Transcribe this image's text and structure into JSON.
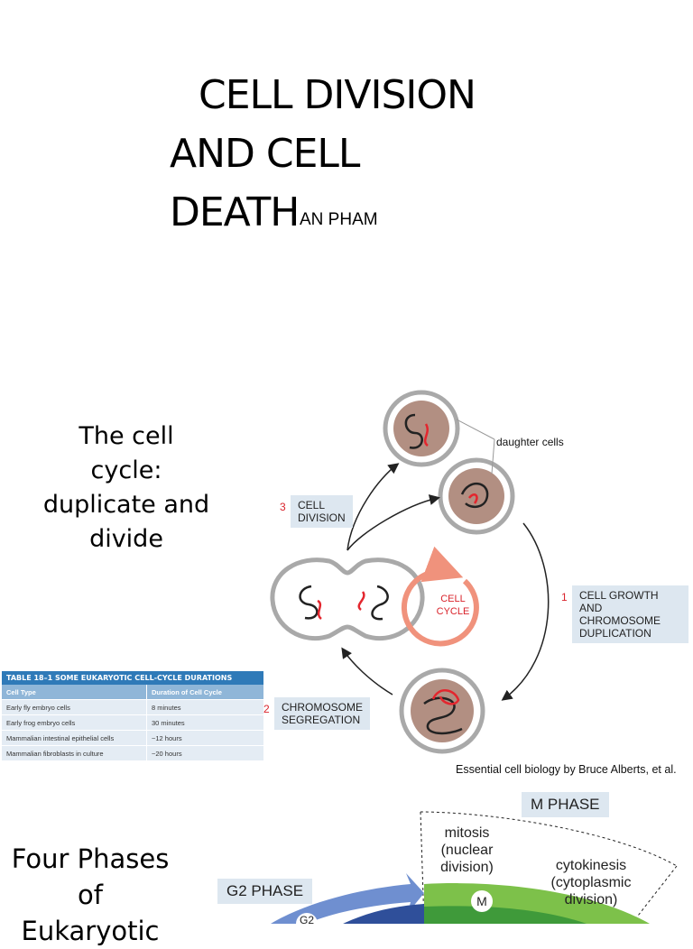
{
  "title": {
    "line1": "CELL DIVISION",
    "line2": "AND CELL",
    "line3": "DEATH",
    "author": "AN PHAM"
  },
  "cell_cycle": {
    "heading": [
      "The cell",
      "cycle:",
      "duplicate and",
      "divide"
    ],
    "daughter_cells": "daughter cells",
    "cycle_center": [
      "CELL",
      "CYCLE"
    ],
    "steps": [
      {
        "num": "1",
        "lines": [
          "CELL GROWTH",
          "AND CHROMOSOME",
          "DUPLICATION"
        ]
      },
      {
        "num": "2",
        "lines": [
          "CHROMOSOME",
          "SEGREGATION"
        ]
      },
      {
        "num": "3",
        "lines": [
          "CELL",
          "DIVISION"
        ]
      }
    ],
    "caption": "Essential cell biology by Bruce Alberts, et al."
  },
  "table": {
    "title": "TABLE 18–1 SOME EUKARYOTIC CELL-CYCLE DURATIONS",
    "headers": [
      "Cell Type",
      "Duration of Cell Cycle"
    ],
    "rows": [
      [
        "Early fly embryo cells",
        "8 minutes"
      ],
      [
        "Early frog embryo cells",
        "30 minutes"
      ],
      [
        "Mammalian intestinal epithelial cells",
        "~12 hours"
      ],
      [
        "Mammalian fibroblasts in culture",
        "~20 hours"
      ]
    ]
  },
  "phases": {
    "heading": [
      "Four Phases",
      "of",
      "Eukaryotic"
    ],
    "m_phase": "M PHASE",
    "g2_phase": "G2 PHASE",
    "mitosis": [
      "mitosis",
      "(nuclear",
      "division)"
    ],
    "cytokinesis": [
      "cytokinesis",
      "(cytoplasmic",
      "division)"
    ],
    "m_letter": "M",
    "g2_letter": "G2"
  },
  "colors": {
    "cell_ring": "#a9a9a9",
    "nucleus": "#b28f82",
    "chromosome_red": "#e3262e",
    "cycle_arrow": "#f0927c",
    "label_box": "#dde7f0",
    "table_title": "#2f7ab8",
    "m_green": "#7dc14a",
    "g2_blue": "#6f8fd0"
  }
}
